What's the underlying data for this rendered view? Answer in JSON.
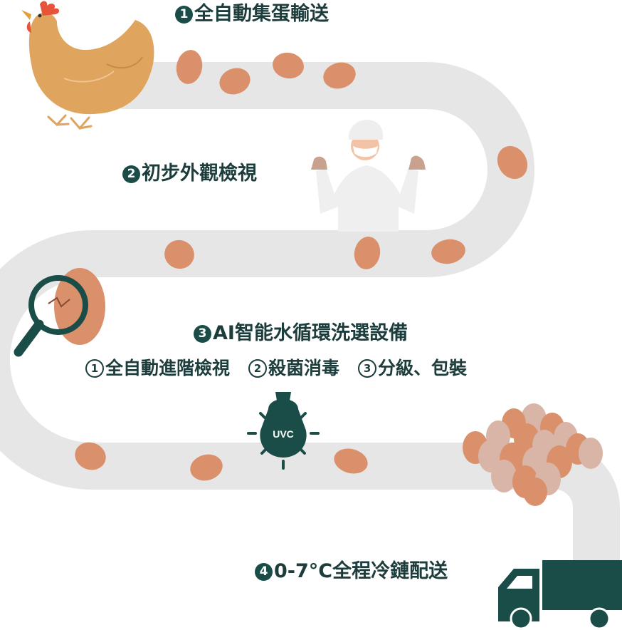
{
  "steps": [
    {
      "number": "1",
      "label": "全自動集蛋輸送"
    },
    {
      "number": "2",
      "label": "初步外觀檢視"
    },
    {
      "number": "3",
      "label": "AI智能水循環洗選設備"
    },
    {
      "number": "4",
      "label": "0-7°C全程冷鏈配送"
    }
  ],
  "substeps": [
    {
      "number": "1",
      "label": "全自動進階檢視"
    },
    {
      "number": "2",
      "label": "殺菌消毒"
    },
    {
      "number": "3",
      "label": "分級、包裝"
    }
  ],
  "uv_lamp_text": "UVC",
  "icons": [
    "hen-icon",
    "worker-icon",
    "magnifier-icon",
    "uv-lamp-icon",
    "egg-pile-icon",
    "truck-icon"
  ],
  "colors": {
    "belt": "#e6e6e6",
    "egg": "#d9906b",
    "egg_pale": "#d8b5a6",
    "dark_green": "#1a4d48",
    "hen_body": "#dfa45e",
    "hen_comb": "#e8543a"
  }
}
